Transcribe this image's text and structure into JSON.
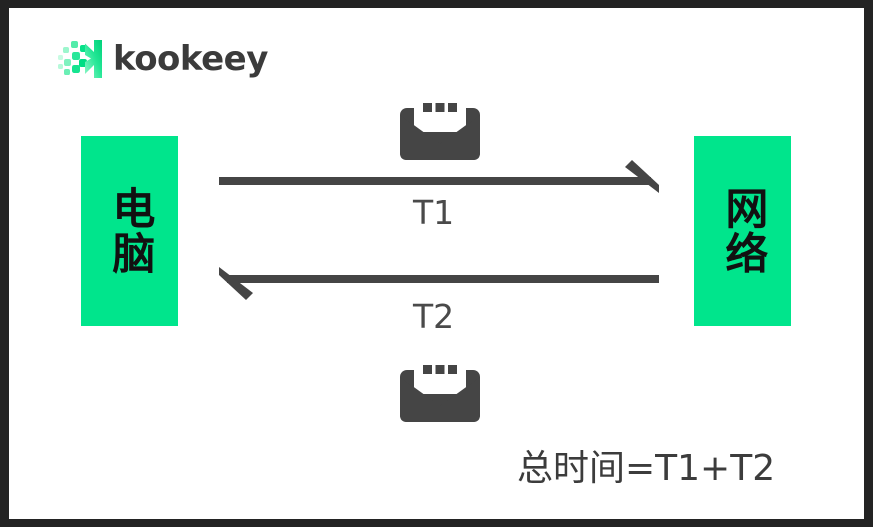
{
  "frame": {
    "border_color": "#232323",
    "canvas_color": "#ffffff"
  },
  "brand": {
    "wordmark": "kookeey",
    "mark_name": "kookeey-logo-mark",
    "mark_color_light": "#7df3c0",
    "mark_color_dark": "#00d97f",
    "wordmark_color": "#3b3b3b"
  },
  "diagram": {
    "accent_color": "#00e58c",
    "stroke_color": "#454545",
    "nodes": [
      {
        "id": "computer",
        "label": "电脑"
      },
      {
        "id": "network",
        "label": "网络"
      }
    ],
    "flows": [
      {
        "id": "request",
        "label": "T1",
        "direction": "right",
        "icon": "envelope-icon"
      },
      {
        "id": "response",
        "label": "T2",
        "direction": "left",
        "icon": "envelope-icon"
      }
    ],
    "formula": "总时间=T1+T2"
  }
}
